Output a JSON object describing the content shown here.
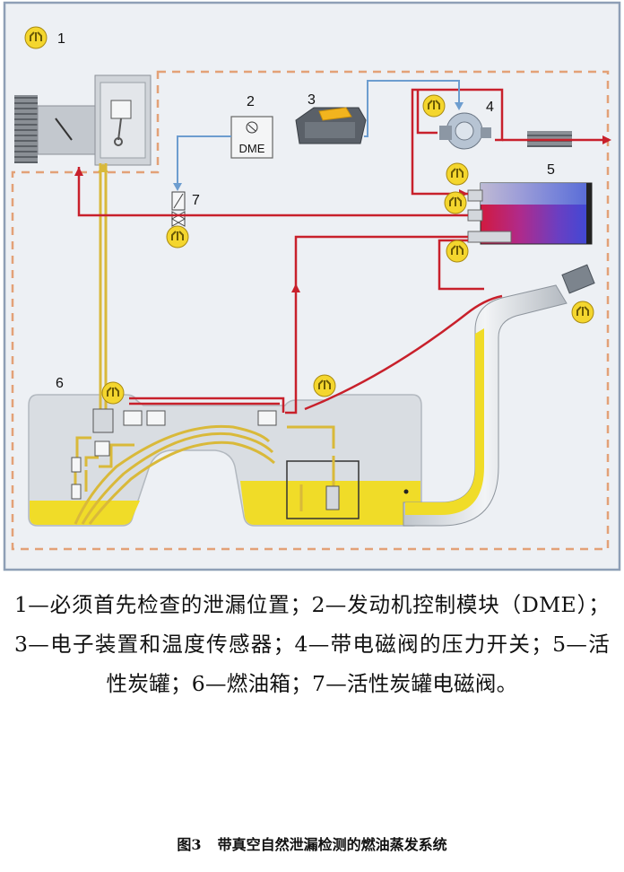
{
  "diagram": {
    "labels": {
      "n1": "1",
      "n2": "2",
      "n3": "3",
      "n4": "4",
      "n5": "5",
      "n6": "6",
      "n7": "7",
      "dme": "DME"
    },
    "colors": {
      "frame": "#8e9fb6",
      "background": "#edf0f4",
      "dashed_border": "#e3a177",
      "vapor_line": "#c8202b",
      "fuel_line": "#d9b93a",
      "signal_line": "#6d9dcf",
      "fuel": "#f0dc28",
      "marker": "#f4d62e"
    },
    "marker_icon": "leak-check-marker-icon"
  },
  "caption": {
    "text": "1—必须首先检查的泄漏位置；2—发动机控制模块（DME）；3—电子装置和温度传感器；4—带电磁阀的压力开关；5—活性炭罐；6—燃油箱；7—活性炭罐电磁阀。"
  },
  "figure": {
    "number": "图3",
    "title": "带真空自然泄漏检测的燃油蒸发系统"
  }
}
